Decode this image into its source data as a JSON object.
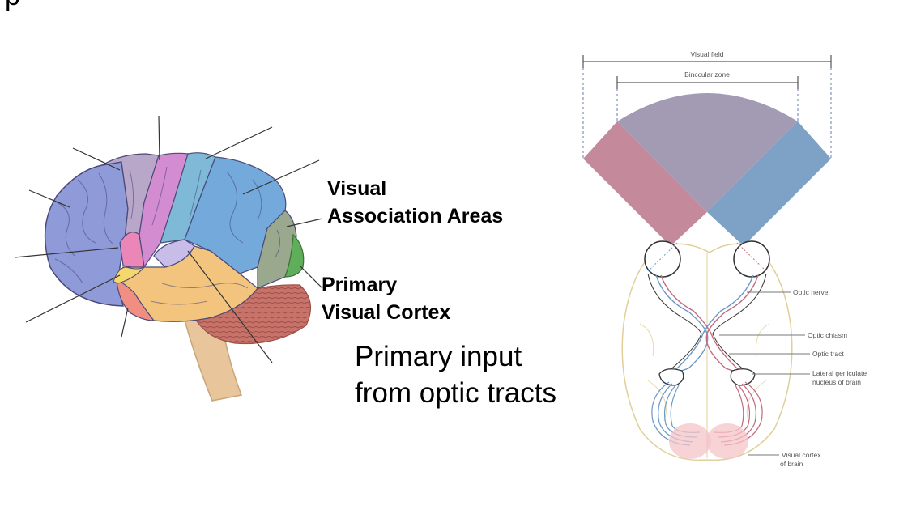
{
  "slide": {
    "title_fragment": "p",
    "label_visual_association": [
      "Visual",
      "Association Areas"
    ],
    "label_primary_visual_cortex": [
      "Primary",
      "Visual Cortex"
    ],
    "body_text": [
      "Primary input",
      "from optic tracts"
    ]
  },
  "visual_pathway": {
    "visual_field": "Visual field",
    "binocular_zone": "Binccular zone",
    "optic_nerve": "Optic nerve",
    "optic_chiasm": "Optic chiasm",
    "optic_tract": "Optic tract",
    "lgn_line1": "Lateral geniculate",
    "lgn_line2": "nucleus of brain",
    "visual_cortex_line1": "Visual cortex",
    "visual_cortex_line2": "of brain"
  },
  "colors": {
    "frontal_lobe": "#8f9ad8",
    "premotor": "#b9a7c9",
    "precentral": "#d48cd0",
    "postcentral": "#7fb9d8",
    "parietal": "#74a9dc",
    "temporal": "#f2c47d",
    "visual_association": "#9aa98d",
    "primary_visual": "#5fae5a",
    "cerebellum": "#c8736a",
    "brainstem": "#e8c59a",
    "field_left": "#c48a9c",
    "field_middle": "#a39ab4",
    "field_right": "#7ea1c6",
    "outline_tan": "#e0cf9a",
    "pathway_red": "#c46a7e",
    "pathway_blue": "#6c98c8",
    "cortex_pink": "#f4c4c8"
  }
}
